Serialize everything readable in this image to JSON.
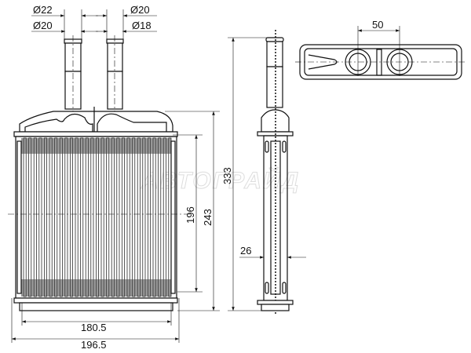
{
  "watermark": "АВТОГРАЙД",
  "dimensions": {
    "inlet_outer": "Ø22",
    "inlet_inner": "Ø20",
    "outlet_outer": "Ø20",
    "outlet_inner": "Ø18",
    "pipe_spacing": "50",
    "core_height": "196",
    "tank_height": "243",
    "total_height": "333",
    "core_thickness": "26",
    "core_width": "180.5",
    "total_width": "196.5"
  }
}
